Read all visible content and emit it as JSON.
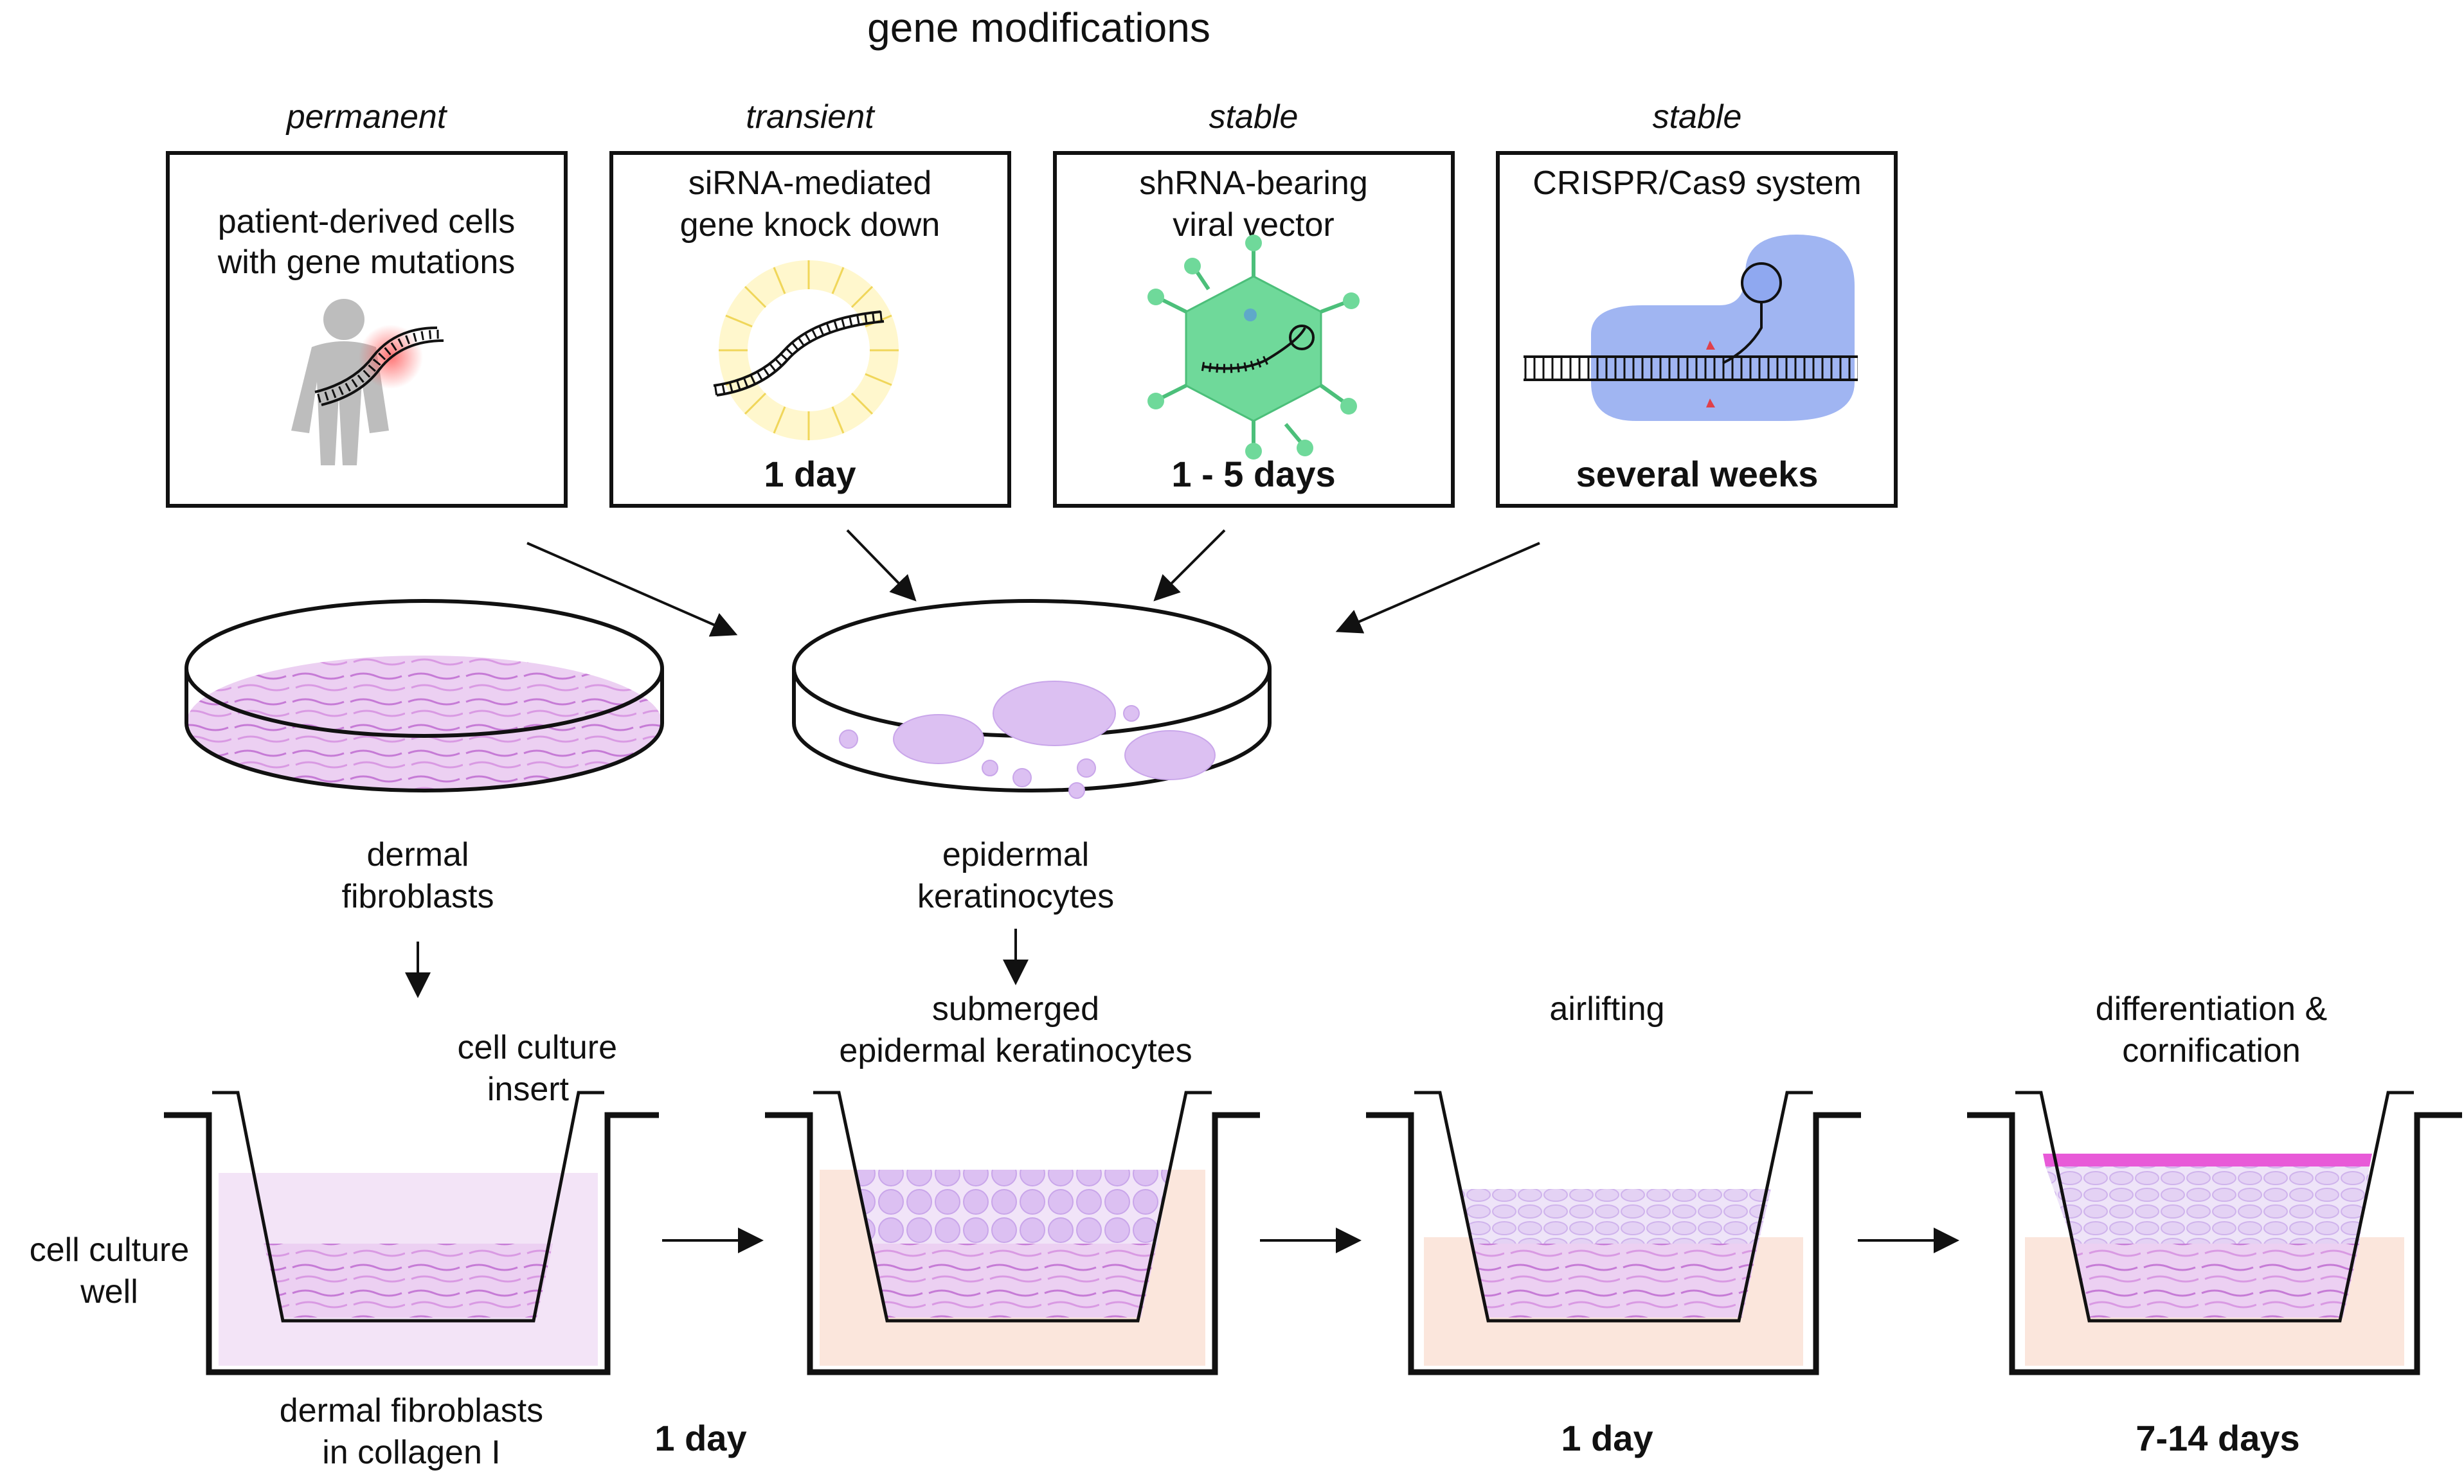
{
  "title": "gene modifications",
  "methods": [
    {
      "category": "permanent",
      "label_line1": "patient-derived cells",
      "label_line2": "with gene mutations",
      "duration": ""
    },
    {
      "category": "transient",
      "label_line1": "siRNA-mediated",
      "label_line2": "gene knock down",
      "duration": "1 day"
    },
    {
      "category": "stable",
      "label_line1": "shRNA-bearing",
      "label_line2": "viral vector",
      "duration": "1 - 5 days"
    },
    {
      "category": "stable",
      "label_line1": "CRISPR/Cas9 system",
      "label_line2": "",
      "duration": "several weeks"
    }
  ],
  "dishes": {
    "fibroblasts": {
      "line1": "dermal",
      "line2": "fibroblasts"
    },
    "keratinocytes": {
      "line1": "epidermal",
      "line2": "keratinocytes"
    }
  },
  "stages": {
    "insert_label_line1": "cell culture",
    "insert_label_line2": "insert",
    "well_label_line1": "cell culture",
    "well_label_line2": "well",
    "fibro_label_line1": "dermal fibroblasts",
    "fibro_label_line2": "in collagen I",
    "submerged_line1": "submerged",
    "submerged_line2": "epidermal keratinocytes",
    "airlifting": "airlifting",
    "diff_line1": "differentiation &",
    "diff_line2": "cornification",
    "duration1": "1 day",
    "duration2": "1 day",
    "duration3": "7-14 days"
  },
  "colors": {
    "fibroblast_matrix": "#e6bff0",
    "cells": "#d8b4f0",
    "medium": "#fbe6dc",
    "virus": "#6fd99a",
    "crispr": "#8fa8f0",
    "cornified": "#e85ad8",
    "sirna_halo": "#f5e27a"
  }
}
